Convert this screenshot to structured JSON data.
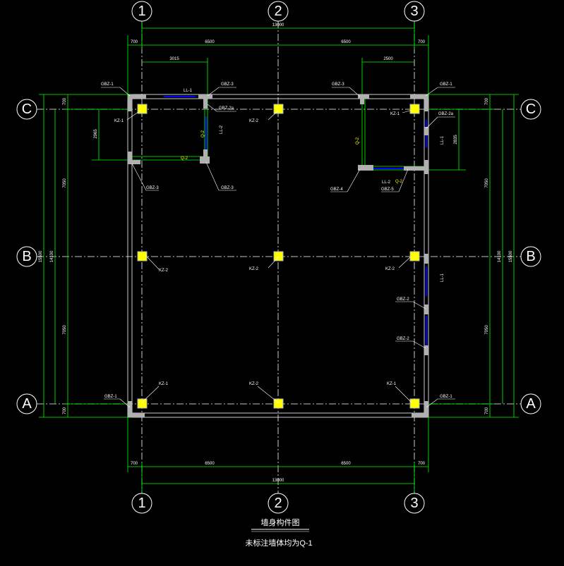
{
  "colors": {
    "background": "#000000",
    "dimension_line": "#00ff00",
    "axis_line": "#ffffff",
    "column_fill": "#ffff00",
    "wall_fill": "#b0b0b0",
    "beam": "#0000ff",
    "white": "#ffffff"
  },
  "axes": {
    "vertical": [
      "1",
      "2",
      "3"
    ],
    "horizontal": [
      "C",
      "B",
      "A"
    ]
  },
  "dimensions": {
    "top_total": "13000",
    "bottom_total": "13000",
    "top_edge_left": "700",
    "top_bay_1": "6500",
    "top_bay_2": "6500",
    "top_edge_right": "700",
    "bottom_edge_left": "700",
    "bottom_bay_1": "6500",
    "bottom_bay_2": "6500",
    "bottom_edge_right": "700",
    "top_left_opening": "3015",
    "top_right_opening": "2500",
    "left_total": "15500",
    "left_mid_total": "14100",
    "left_upper_bay": "7050",
    "left_lower_bay": "7050",
    "left_top_edge": "700",
    "left_bottom_edge": "700",
    "left_room": "2965",
    "right_total": "15500",
    "right_mid_total": "14100",
    "right_upper_bay": "7050",
    "right_lower_bay": "7050",
    "right_top_edge": "700",
    "right_bottom_edge": "700",
    "right_room": "2835"
  },
  "labels": {
    "gbz1_tl": "GBZ-1",
    "gbz3_tl": "GBZ-3",
    "gbz2a_tl": "GBZ-2a",
    "gbz3_bl": "GBZ-3",
    "gbz3_bm": "GBZ-3",
    "kz1_tl": "KZ-1",
    "kz2_tc": "KZ-2",
    "gbz3_tr": "GBZ-3",
    "gbz1_tr": "GBZ-1",
    "kz1_tr": "KZ-1",
    "gbz2a_tr": "GBZ-2a",
    "gbz4_r": "GBZ-4",
    "gbz5_r": "GBZ-5",
    "kz2_bl": "KZ-2",
    "kz2_bc": "KZ-2",
    "kz2_br": "KZ-2",
    "gbz2_r1": "GBZ-2",
    "gbz2_r2": "GBZ-2",
    "gbz1_al": "GBZ-1",
    "kz1_al": "KZ-1",
    "kz2_ac": "KZ-2",
    "kz1_ar": "KZ-1",
    "gbz1_ar": "GBZ-1",
    "ll1_top": "LL-1",
    "ll2_left": "LL-2",
    "ll1_right_top": "LL-1",
    "ll1_right_mid": "LL-1",
    "ll2_right": "LL-2",
    "q2_a": "Q-2",
    "q2_b": "Q-2",
    "q2_c": "Q-2",
    "q2_d": "Q-2"
  },
  "title": "墙身构件图",
  "note": "未标注墙体均为Q-1"
}
